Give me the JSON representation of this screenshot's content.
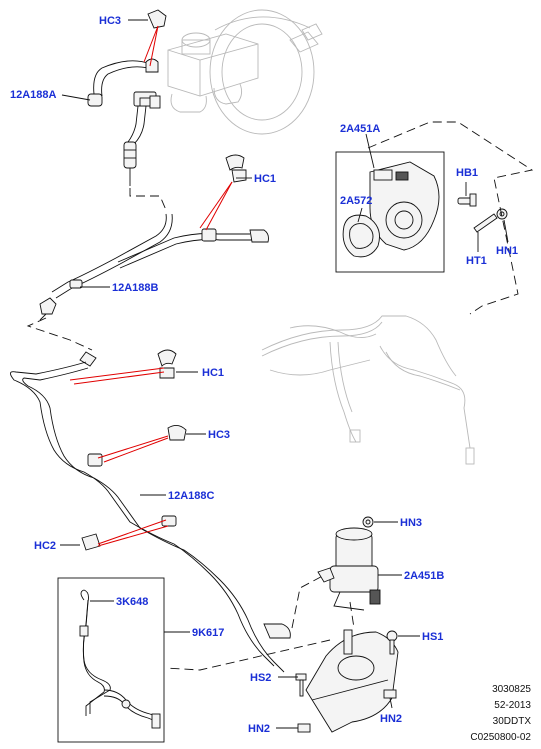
{
  "callouts": {
    "hc3_top": "HC3",
    "p12a188a": "12A188A",
    "hc1_top": "HC1",
    "p2a451a": "2A451A",
    "hb1": "HB1",
    "p2a572": "2A572",
    "ht1": "HT1",
    "hn1": "HN1",
    "p12a188b": "12A188B",
    "hc1_mid": "HC1",
    "hc3_mid": "HC3",
    "p12a188c": "12A188C",
    "hn3": "HN3",
    "hc2": "HC2",
    "p2a451b": "2A451B",
    "p3k648": "3K648",
    "p9k617": "9K617",
    "hs1": "HS1",
    "hs2": "HS2",
    "hn2_right": "HN2",
    "hn2_left": "HN2"
  },
  "reference": {
    "line1": "3030825",
    "line2": "52-2013",
    "line3": "30DDTX",
    "line4": "C0250800-02"
  },
  "colors": {
    "label": "#1a2fd6",
    "leader": "#e00000",
    "line": "#111111",
    "ghost": "#b9b9b9"
  }
}
